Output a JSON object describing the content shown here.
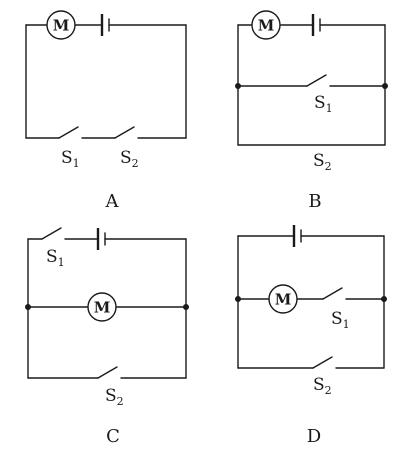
{
  "figure": {
    "panels": [
      {
        "label": "A",
        "motor_symbol": "M",
        "switches": [
          {
            "letter": "S",
            "sub": "1"
          },
          {
            "letter": "S",
            "sub": "2"
          }
        ]
      },
      {
        "label": "B",
        "motor_symbol": "M",
        "switches": [
          {
            "letter": "S",
            "sub": "1"
          },
          {
            "letter": "S",
            "sub": "2"
          }
        ]
      },
      {
        "label": "C",
        "motor_symbol": "M",
        "switches": [
          {
            "letter": "S",
            "sub": "1"
          },
          {
            "letter": "S",
            "sub": "2"
          }
        ]
      },
      {
        "label": "D",
        "motor_symbol": "M",
        "switches": [
          {
            "letter": "S",
            "sub": "1"
          },
          {
            "letter": "S",
            "sub": "2"
          }
        ]
      }
    ]
  }
}
